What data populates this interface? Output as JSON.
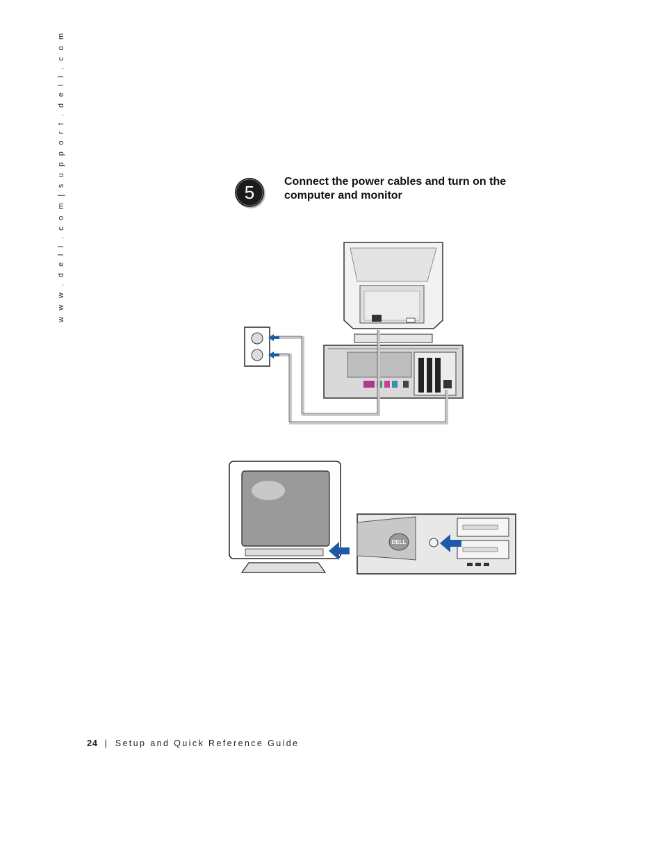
{
  "sidebar": {
    "url_text": "w w w . d e l l . c o m  |  s u p p o r t . d e l l . c o m"
  },
  "step": {
    "number": "5",
    "title": "Connect the power cables and turn on the computer and monitor"
  },
  "figure_top": {
    "label": "power-cable-connection-diagram"
  },
  "figure_bottom": {
    "label": "power-button-diagram",
    "logo_text": "DELL"
  },
  "footer": {
    "page_number": "24",
    "separator": "|",
    "guide_title": "Setup and Quick Reference Guide"
  },
  "colors": {
    "arrow_blue": "#1e5aa8",
    "cable_gray": "#c8c8c8",
    "badge_dark": "#222222"
  }
}
